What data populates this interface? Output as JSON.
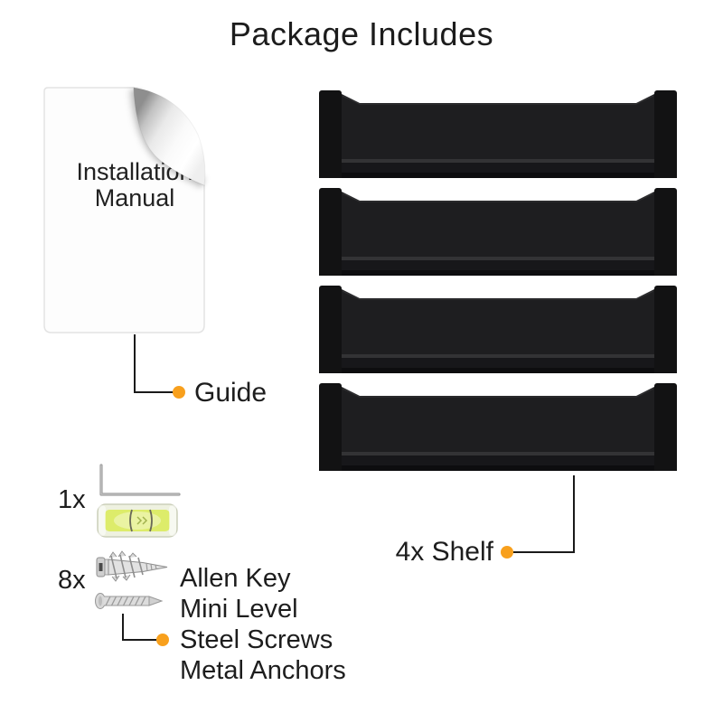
{
  "title": "Package Includes",
  "colors": {
    "accent": "#F8A01D",
    "line": "#1A1A1A",
    "shelf_black": "#121213",
    "shelf_panel": "#1E1E20",
    "level_vial": "#DDEC6A"
  },
  "manual": {
    "line1": "Installation",
    "line2": "Manual"
  },
  "callouts": {
    "guide": {
      "label": "Guide"
    },
    "shelf": {
      "label": "4x Shelf"
    },
    "hardware": {
      "labels": [
        "Allen Key",
        "Mini Level",
        "Steel Screws",
        "Metal Anchors"
      ]
    }
  },
  "hardware": {
    "groups": [
      {
        "qty": "1x",
        "items": [
          "allen-key",
          "mini-level"
        ]
      },
      {
        "qty": "8x",
        "items": [
          "metal-anchor",
          "steel-screw"
        ]
      }
    ]
  },
  "shelves": {
    "count": 4
  }
}
